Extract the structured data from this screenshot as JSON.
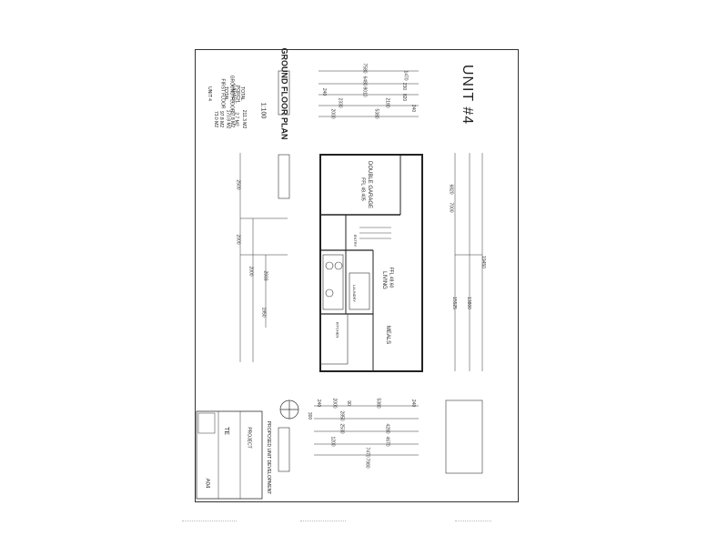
{
  "drawing": {
    "unit_title": "UNIT #4",
    "floor_plan_title": "GROUND FLOOR PLAN",
    "scale": "1:100",
    "area_rows": [
      {
        "label": "UNIT 4",
        "value": ""
      },
      {
        "label": "FIRST FLOOR",
        "value": "73.0 M2"
      },
      {
        "label": "GROUND FLOOR",
        "value": "97.8 M2"
      },
      {
        "label": "TOTAL",
        "value": "170.8 M2"
      },
      {
        "label": "GARAGE",
        "value": "37.8 M2"
      },
      {
        "label": "PORCH",
        "value": "2.7 M2"
      },
      {
        "label": "TOTAL",
        "value": "211.3 M2"
      }
    ],
    "top_dims": [
      "7580",
      "1470",
      "6480",
      "230",
      "8010",
      "240",
      "820",
      "2330",
      "2180",
      "240",
      "2000",
      "5380"
    ],
    "right_dims": [
      "6820",
      "19450",
      "13800",
      "7000",
      "15525"
    ],
    "left_dims": [
      "2500",
      "2000",
      "2000",
      "2933",
      "1950"
    ],
    "bottom_dims": [
      "240",
      "2000",
      "90",
      "5380",
      "240",
      "300",
      "2850",
      "2530",
      "4280",
      "1200",
      "4670",
      "7470",
      "7980"
    ],
    "rooms": [
      {
        "name": "DOUBLE GARAGE",
        "level": "FFL 48.405"
      },
      {
        "name": "LIVING",
        "level": "FFL 48.60"
      },
      {
        "name": "MEALS",
        "level": ""
      },
      {
        "name": "LAUNDRY",
        "level": ""
      },
      {
        "name": "ENTRY",
        "level": ""
      },
      {
        "name": "KITCHEN",
        "level": ""
      }
    ],
    "title_block": {
      "project_label": "PROJECT",
      "project": "PROPOSED UNIT DEVELOPMENT",
      "rev": "TE",
      "drawing_no": "A04"
    }
  }
}
